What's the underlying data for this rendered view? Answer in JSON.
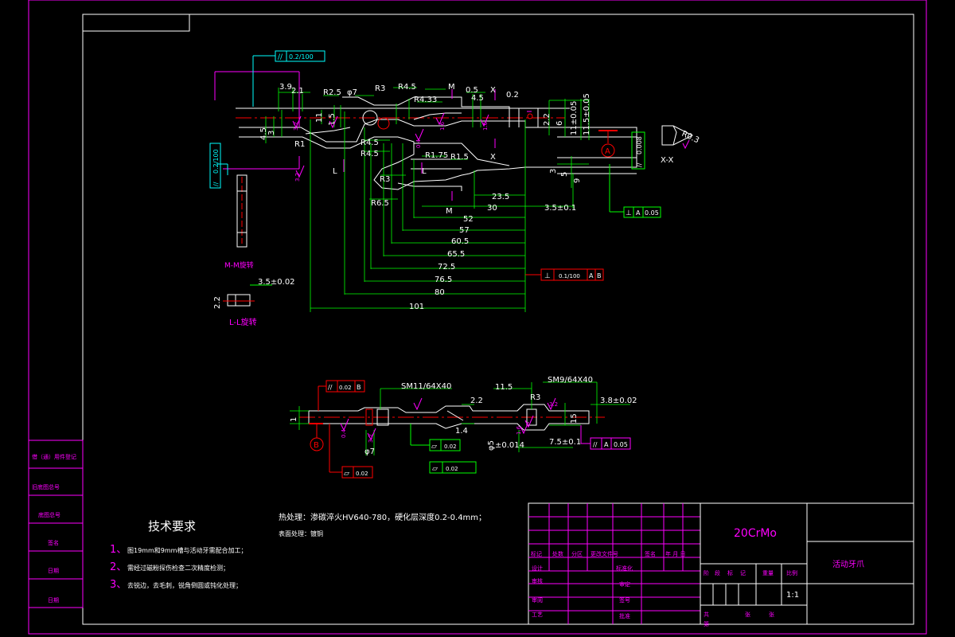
{
  "dimensions": {
    "top_left": [
      "3.9",
      "2.1",
      "R2.5",
      "φ7",
      "R3",
      "R4.5",
      "R4.33",
      "0.5",
      "4.5",
      "0.2"
    ],
    "mid": [
      "R4.5",
      "R4.5",
      "R1.75",
      "R1.5",
      "R3",
      "R6.5",
      "R1"
    ],
    "vertical": [
      "4.5",
      "3",
      "11",
      "1.5",
      "2.2",
      "6",
      "11±0.05",
      "11.5±0.05",
      "3",
      "5",
      "9"
    ],
    "horizontal": [
      "23.5",
      "30",
      "3.5±0.1",
      "52",
      "57",
      "60.5",
      "65.5",
      "72.5",
      "76.5",
      "80",
      "101"
    ],
    "rough": [
      "3.2",
      "0.4",
      "1.6",
      "1.6",
      "3.2"
    ],
    "bottom": [
      "SM11/64X40",
      "SM9/64X40",
      "11.5",
      "R3",
      "2.2",
      "3.8±0.02",
      "1.4",
      "φ7",
      "7.5±0.1",
      "15",
      "1",
      "φ5",
      "±0.014",
      "3.5±0.02",
      "1.6",
      "0.4",
      "3.2",
      "3.2"
    ]
  },
  "section_labels": {
    "m": "M",
    "x": "X",
    "l": "L",
    "xx": "X-X",
    "mm": "M-M旋转",
    "ll": "L-L旋转",
    "r03": "R0.3"
  },
  "datums": {
    "a": "A",
    "b": "B"
  },
  "tolerance_frames": {
    "top_parallel": {
      "sym": "//",
      "val": "0.2/100"
    },
    "left_parallel": {
      "sym": "//",
      "val": "0.2/100"
    },
    "right_parallel": {
      "sym": "//",
      "val": "0.008"
    },
    "perp_a": {
      "sym": "⊥",
      "val": "0.05",
      "ref": "A"
    },
    "perp_ab": {
      "sym": "⊥",
      "val": "0.1/100",
      "ref1": "A",
      "ref2": "B"
    },
    "parallel_b": {
      "sym": "//",
      "val": "0.02",
      "ref": "B"
    },
    "flat1": {
      "sym": "▱",
      "val": "0.02"
    },
    "flat2": {
      "sym": "▱",
      "val": "0.02"
    },
    "flat3": {
      "sym": "▱",
      "val": "0.02"
    },
    "parallel_a": {
      "sym": "//",
      "val": "0.05",
      "ref": "A"
    }
  },
  "heat_treatment": "热处理：渗碳淬火HV640-780，硬化层深度0.2-0.4mm；",
  "surface_treatment": "表面处理：镀铜",
  "tech_req": {
    "title": "技术要求",
    "items": [
      {
        "num": "1、",
        "text": "图19mm和9mm槽与活动牙需配合加工；"
      },
      {
        "num": "2、",
        "text": "需经过磁粉探伤检查二次精度检测；"
      },
      {
        "num": "3、",
        "text": "去锐边，去毛刺，锐角倒圆或钝化处理；"
      }
    ]
  },
  "side_labels": [
    "借（通）用件登记",
    "旧底图总号",
    "底图总号",
    "签名",
    "日期",
    "日期"
  ],
  "title_block": {
    "material": "20CrMo",
    "part_name": "活动牙爪",
    "scale": "1:1",
    "headers_row": [
      "标记",
      "处数",
      "分区",
      "更改文件号",
      "签名",
      "年 月 日"
    ],
    "rows": [
      "设计",
      "审核",
      "审阅",
      "工艺"
    ],
    "rows2": [
      "标准化",
      "审定",
      "签号",
      "批准"
    ],
    "stage_header": [
      "阶",
      "段",
      "标",
      "记",
      "重量",
      "比例"
    ],
    "sheet_info": [
      "共",
      "张",
      "第",
      "张"
    ]
  },
  "colors": {
    "frame": "#ff00ff",
    "part": "#ffffff",
    "dimension": "#00ff00",
    "datum": "#ff0000",
    "leader": "#00ffff"
  }
}
